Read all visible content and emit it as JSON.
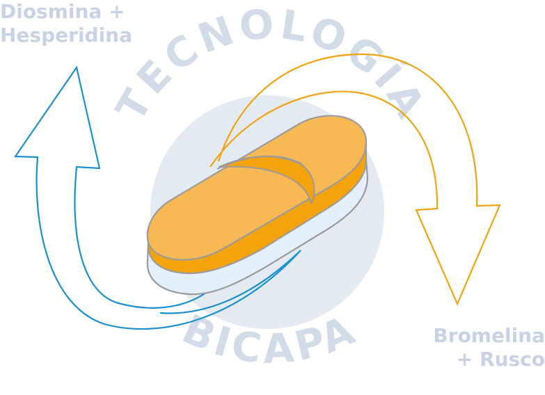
{
  "diagram": {
    "arc_text_top": "TECNOLOGÍA",
    "arc_text_bottom": "BICAPA",
    "label_top_left": [
      "Diosmina +",
      "Hesperidina"
    ],
    "label_bottom_right": [
      "Bromelina",
      "+ Rusco"
    ]
  },
  "colors": {
    "background": "#ffffff",
    "halo_circle": "#e4eaf2",
    "watermark_text": "#d2dce9",
    "label_text": "#c7d3e4",
    "tablet_top": "#f8b854",
    "tablet_orange_layer": "#f5a30d",
    "tablet_light_layer": "#e3effa",
    "tablet_outline": "#9b9b9b",
    "arrow_blue": "#1a90cf",
    "arrow_orange": "#f0a30f"
  }
}
